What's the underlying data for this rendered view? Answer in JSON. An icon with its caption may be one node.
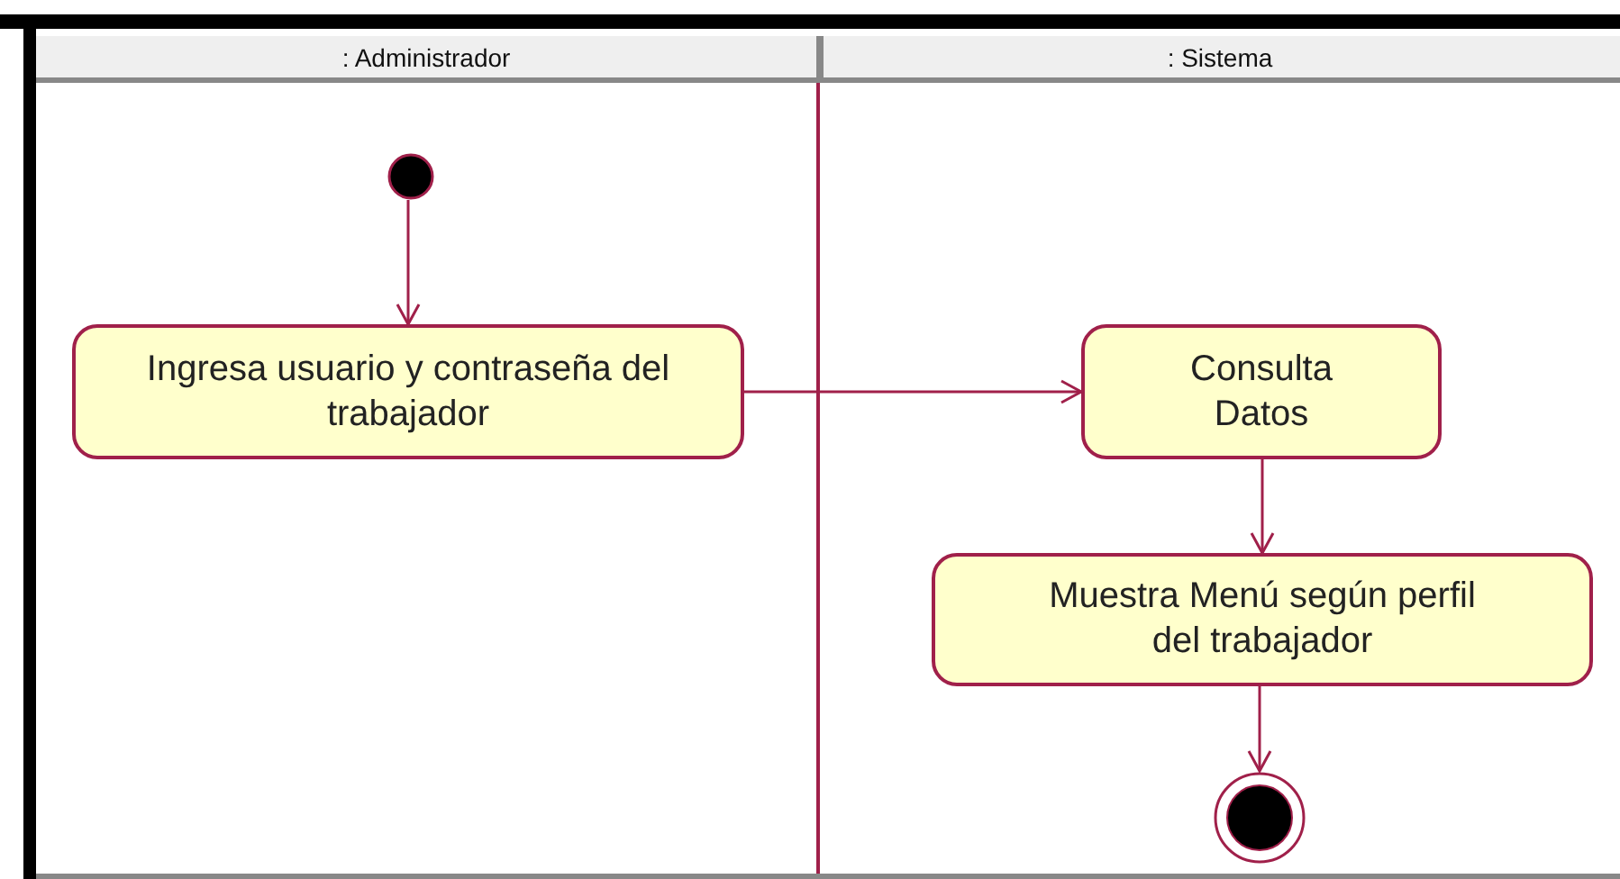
{
  "diagram": {
    "nodes": [
      {
        "text": [
          ": Administrador"
        ]
      },
      {
        "text": [],
        "shape": "circle",
        "in": 0
      },
      {
        "text": [
          "Ingresa usuario y contraseña del trabajador"
        ],
        "in": 0
      },
      {
        "text": [
          ": Sistema"
        ]
      },
      {
        "text": [
          "Consulta Datos"
        ],
        "in": 3
      },
      {
        "text": [
          "Muestra Menú según perfil del trabajador"
        ],
        "in": 3
      },
      {
        "text": [],
        "shape": "final-state",
        "in": 3
      }
    ],
    "edges": [
      {
        "from": 1,
        "to": 2,
        "arrow": "to"
      },
      {
        "from": 2,
        "to": 4,
        "arrow": "to"
      },
      {
        "from": 4,
        "to": 5,
        "arrow": "to"
      },
      {
        "from": 5,
        "to": 6,
        "arrow": "to"
      }
    ]
  }
}
